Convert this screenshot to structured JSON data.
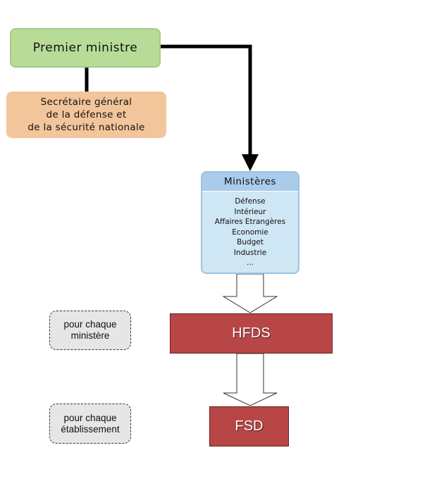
{
  "premier_ministre": "Premier ministre",
  "secretaire_general": {
    "line1": "Secrétaire général",
    "line2": "de la défense et",
    "line3": "de la sécurité nationale"
  },
  "ministeres": {
    "title": "Ministères",
    "items": [
      "Défense",
      "Intérieur",
      "Affaires Etrangères",
      "Economie",
      "Budget",
      "Industrie",
      "..."
    ]
  },
  "hfds": "HFDS",
  "fsd": "FSD",
  "note_ministere": {
    "line1": "pour chaque",
    "line2": "ministère"
  },
  "note_etablissement": {
    "line1": "pour chaque",
    "line2": "établissement"
  },
  "colors": {
    "premier_fill": "#b8dc97",
    "sg_fill": "#f3c59b",
    "ministeres_fill": "#c8e1f1",
    "red_box_fill": "#b94646",
    "note_fill": "#e6e6e6"
  }
}
